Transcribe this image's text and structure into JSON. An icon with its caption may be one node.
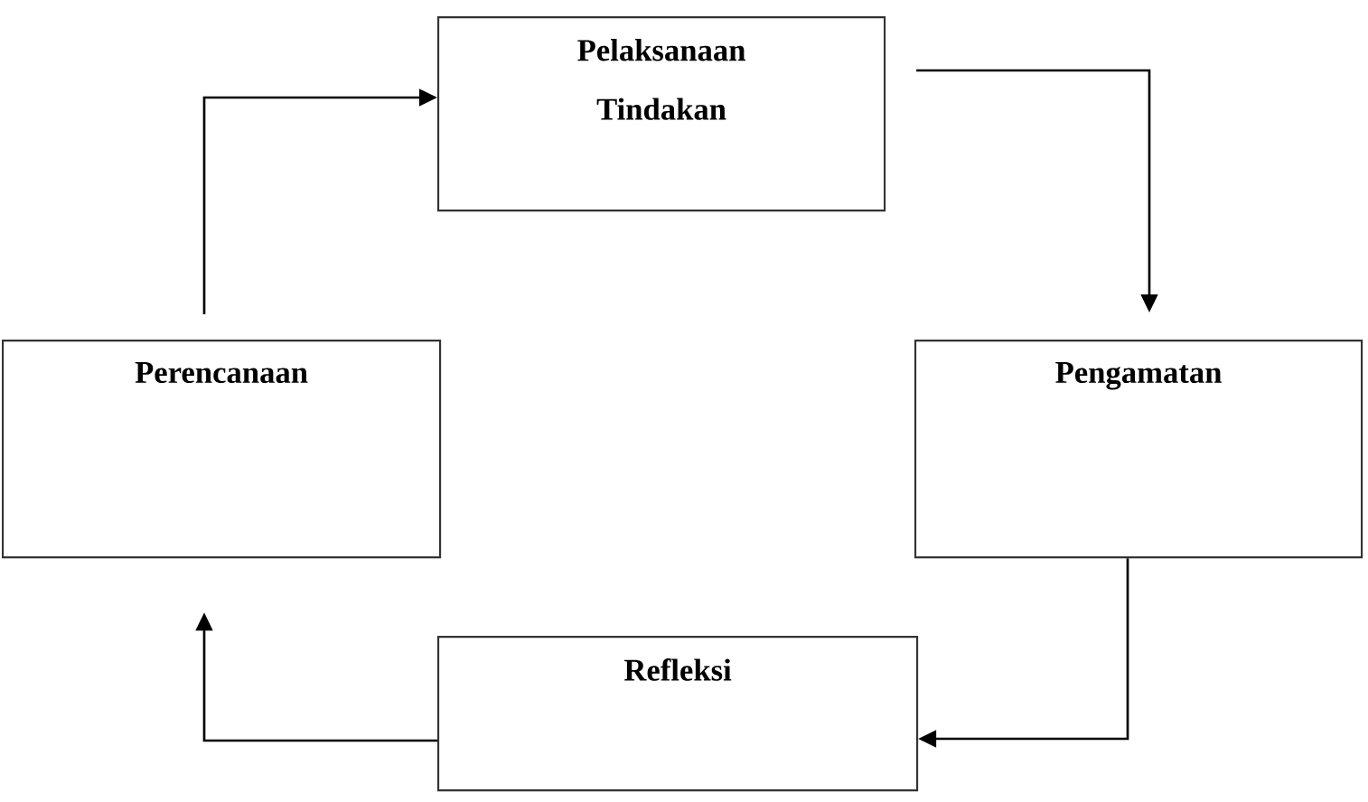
{
  "diagram": {
    "nodes": [
      {
        "text": [
          "Pelaksanaan Tindakan"
        ]
      },
      {
        "text": [
          "Perencanaan"
        ]
      },
      {
        "text": [
          "Pengamatan"
        ]
      },
      {
        "text": [
          "Refleksi"
        ]
      }
    ],
    "edges": [
      {
        "from": 1,
        "to": 0,
        "arrow": "to"
      },
      {
        "from": 0,
        "to": 2,
        "arrow": "to"
      },
      {
        "from": 2,
        "to": 3,
        "arrow": "to"
      },
      {
        "from": 3,
        "to": 1,
        "arrow": "to"
      }
    ]
  }
}
